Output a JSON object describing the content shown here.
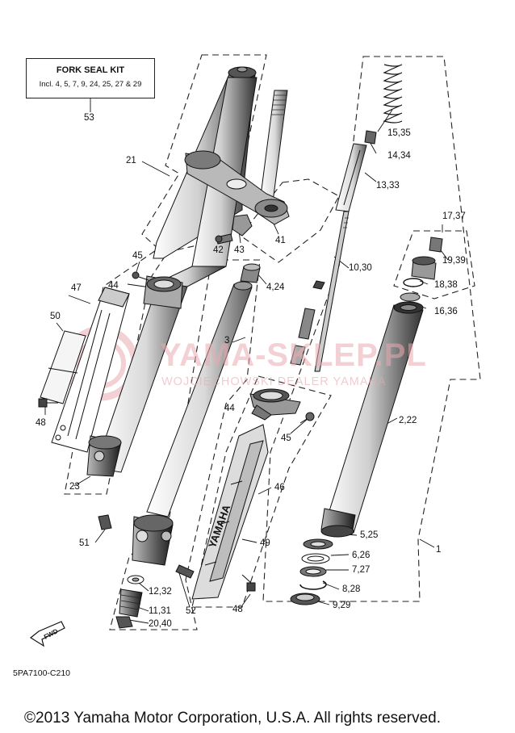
{
  "kit_box": {
    "title": "FORK SEAL KIT",
    "note": "Incl. 4, 5, 7, 9, 24, 25, 27 & 29",
    "ref": "53"
  },
  "callouts": {
    "c1": "1",
    "c2_22": "2,22",
    "c3": "3",
    "c4_24": "4,24",
    "c5_25": "5,25",
    "c6_26": "6,26",
    "c7_27": "7,27",
    "c8_28": "8,28",
    "c9_29": "9,29",
    "c10_30": "10,30",
    "c11_31": "11,31",
    "c12_32": "12,32",
    "c13_33": "13,33",
    "c14_34": "14,34",
    "c15_35": "15,35",
    "c16_36": "16,36",
    "c17_37": "17,37",
    "c18_38": "18,38",
    "c19_39": "19,39",
    "c20_40": "20,40",
    "c21": "21",
    "c23": "23",
    "c41": "41",
    "c42": "42",
    "c43": "43",
    "c44_a": "44",
    "c44_b": "44",
    "c45_a": "45",
    "c45_b": "45",
    "c46": "46",
    "c47": "47",
    "c48_a": "48",
    "c48_b": "48",
    "c49": "49",
    "c50": "50",
    "c51": "51",
    "c52": "52"
  },
  "watermark": {
    "main": "YAMA-SKLEP.PL",
    "sub": "WOJCIECHOWSKI DEALER YAMAHA"
  },
  "parts_text": {
    "guard_brand": "YAMAHA",
    "direction_marker": "FWD"
  },
  "diagram_code": "5PA7100-C210",
  "copyright": "©2013 Yamaha Motor Corporation, U.S.A. All rights reserved."
}
